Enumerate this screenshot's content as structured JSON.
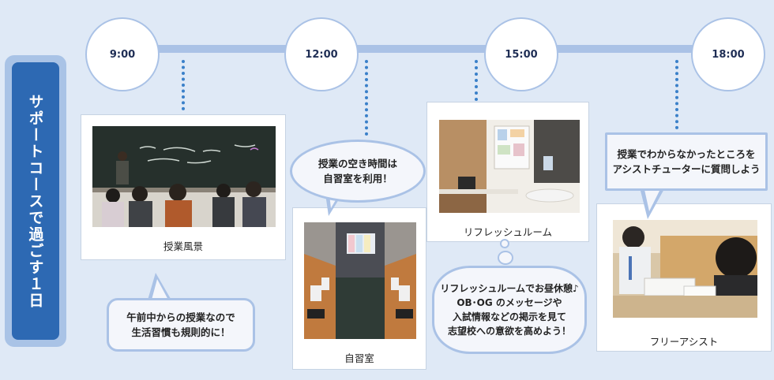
{
  "sidebar": {
    "title": "サポートコースで過ごす１日"
  },
  "timeline": {
    "times": [
      "9:00",
      "12:00",
      "15:00",
      "18:00"
    ]
  },
  "cards": {
    "lesson": {
      "caption": "授業風景"
    },
    "study": {
      "caption": "自習室"
    },
    "refresh": {
      "caption": "リフレッシュルーム"
    },
    "assist": {
      "caption": "フリーアシスト"
    }
  },
  "bubbles": {
    "morning": {
      "line1": "午前中からの授業なので",
      "line2": "生活習慣も規則的に！"
    },
    "study": {
      "line1": "授業の空き時間は",
      "line2": "自習室を利用！"
    },
    "refresh": {
      "line1": "リフレッシュルームでお昼休憩♪",
      "line2": "OB･OG のメッセージや",
      "line3": "入試情報などの掲示を見て",
      "line4": "志望校への意欲を高めよう！"
    },
    "assist": {
      "line1": "授業でわからなかったところを",
      "line2": "アシストチューターに質問しよう"
    }
  },
  "colors": {
    "background": "#dfe9f6",
    "accent_blue": "#2d69b3",
    "timeline": "#aac2e6",
    "dotted": "#3a80c9"
  }
}
